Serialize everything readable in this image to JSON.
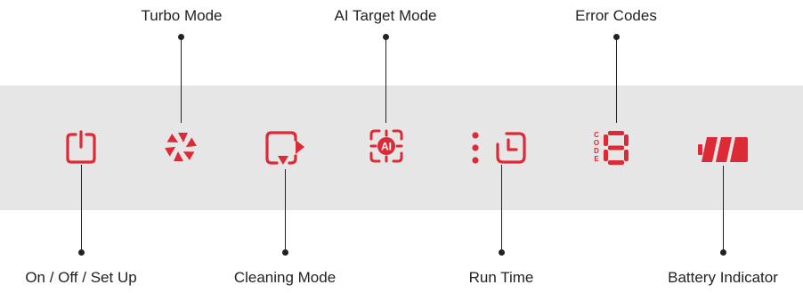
{
  "accent_color": "#dc2a37",
  "line_color": "#222222",
  "panel_color": "#e6e6e6",
  "labels": {
    "turbo_mode": "Turbo Mode",
    "ai_target_mode": "AI Target Mode",
    "error_codes": "Error Codes",
    "power": "On / Off / Set Up",
    "cleaning_mode": "Cleaning Mode",
    "run_time": "Run Time",
    "battery_indicator": "Battery Indicator"
  },
  "icons": {
    "power": "power-icon",
    "turbo": "turbo-fan-icon",
    "cleaning_mode": "cleaning-mode-icon",
    "ai_target": "ai-target-icon",
    "run_time": "clock-icon",
    "error_code": "seven-segment-digit-icon",
    "battery": "battery-icon"
  },
  "ai_badge_text": "AI",
  "code_vertical_text": "CODE",
  "error_digit": "8"
}
